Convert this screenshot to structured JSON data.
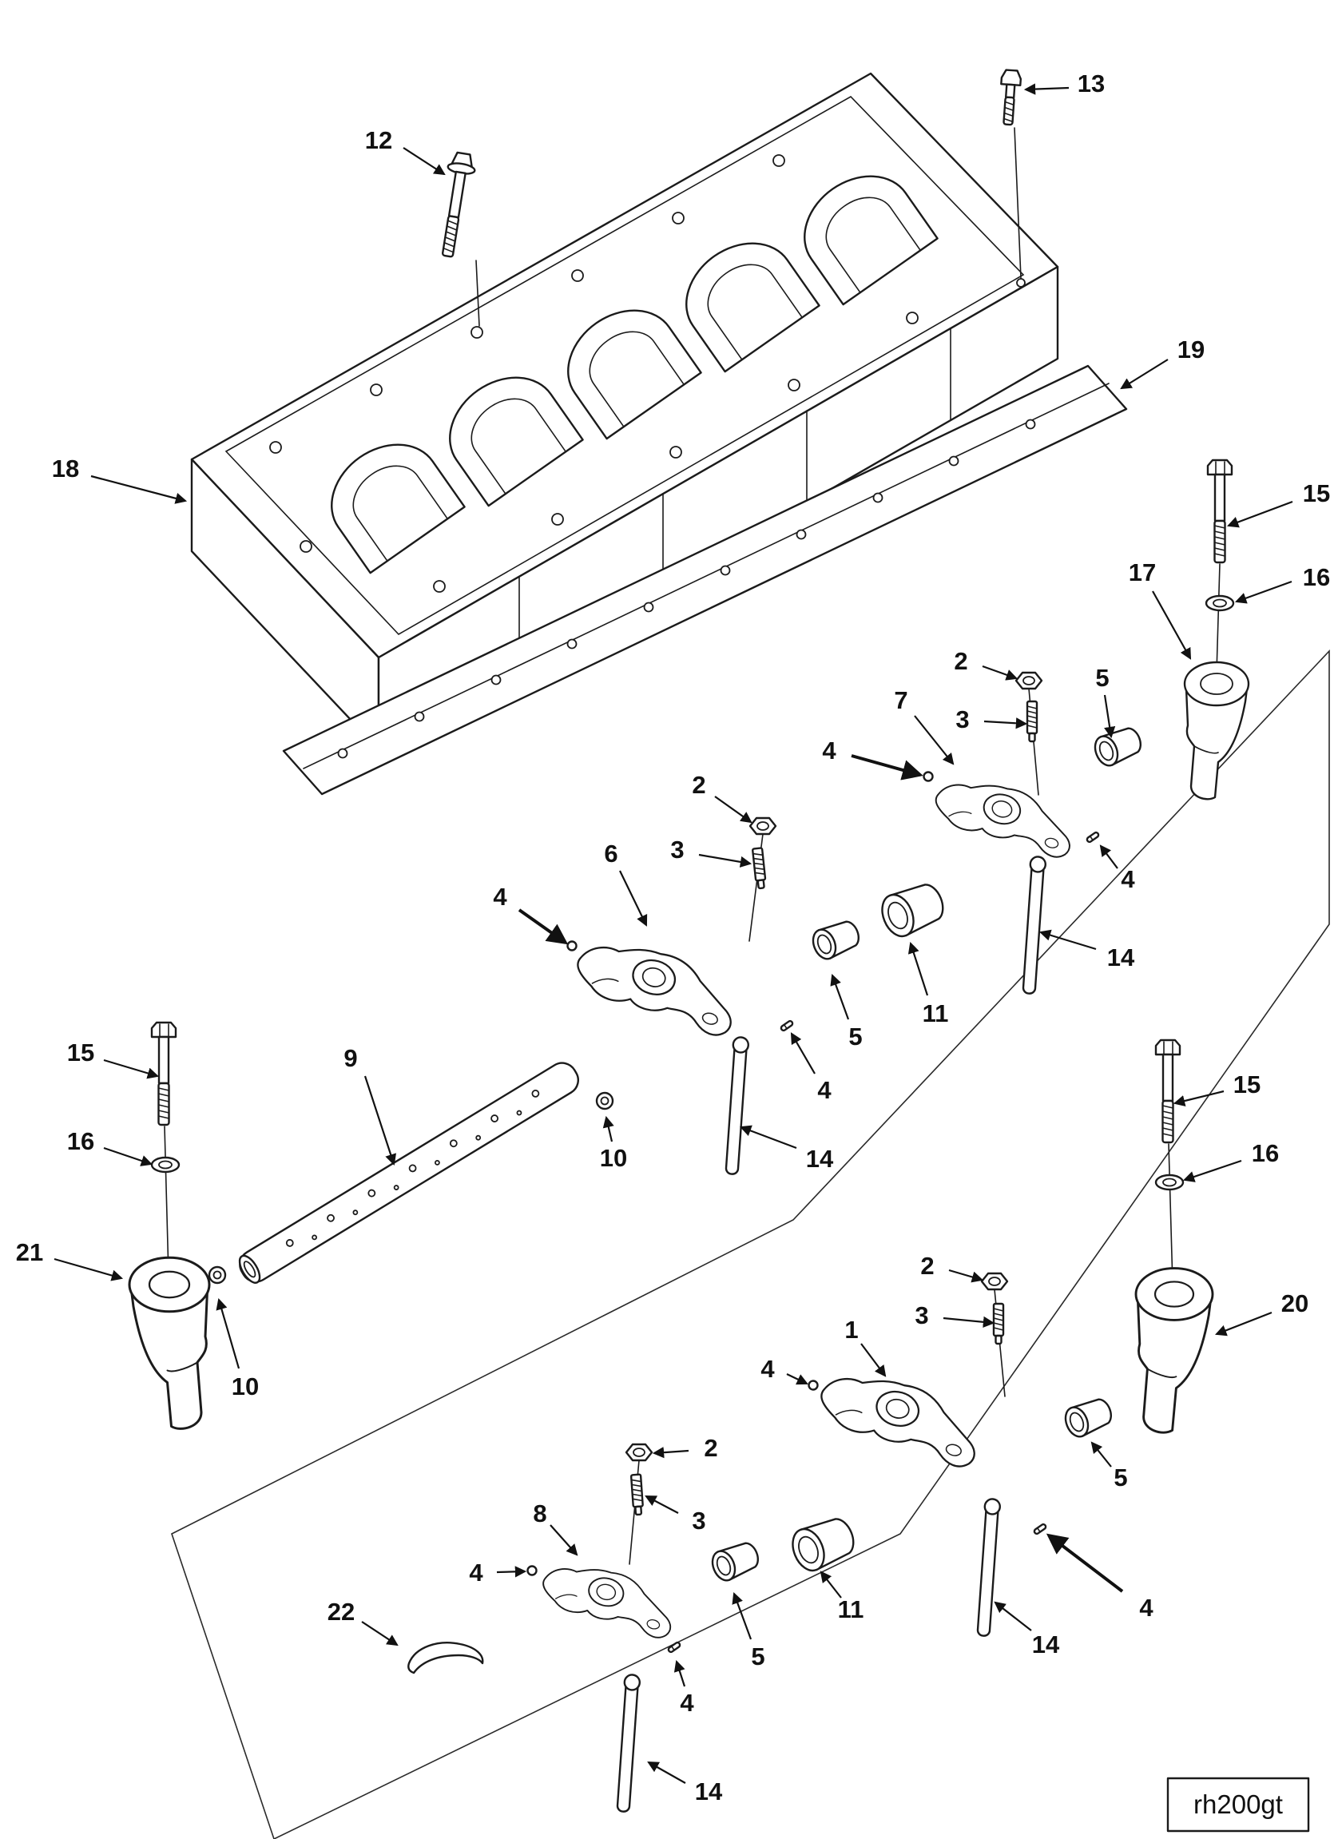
{
  "figure": {
    "code": "rh200gt"
  },
  "colors": {
    "ink": "#1b1b1b",
    "paper": "#ffffff"
  },
  "callouts": [
    {
      "label": "12"
    },
    {
      "label": "13"
    },
    {
      "label": "19"
    },
    {
      "label": "18"
    },
    {
      "label": "15"
    },
    {
      "label": "16"
    },
    {
      "label": "17"
    },
    {
      "label": "2"
    },
    {
      "label": "5"
    },
    {
      "label": "7"
    },
    {
      "label": "3"
    },
    {
      "label": "4"
    },
    {
      "label": "2"
    },
    {
      "label": "6"
    },
    {
      "label": "3"
    },
    {
      "label": "4"
    },
    {
      "label": "5"
    },
    {
      "label": "11"
    },
    {
      "label": "4"
    },
    {
      "label": "4"
    },
    {
      "label": "14"
    },
    {
      "label": "15"
    },
    {
      "label": "9"
    },
    {
      "label": "16"
    },
    {
      "label": "10"
    },
    {
      "label": "14"
    },
    {
      "label": "21"
    },
    {
      "label": "15"
    },
    {
      "label": "16"
    },
    {
      "label": "2"
    },
    {
      "label": "3"
    },
    {
      "label": "1"
    },
    {
      "label": "20"
    },
    {
      "label": "4"
    },
    {
      "label": "10"
    },
    {
      "label": "2"
    },
    {
      "label": "8"
    },
    {
      "label": "3"
    },
    {
      "label": "5"
    },
    {
      "label": "11"
    },
    {
      "label": "4"
    },
    {
      "label": "5"
    },
    {
      "label": "14"
    },
    {
      "label": "4"
    },
    {
      "label": "4"
    },
    {
      "label": "22"
    },
    {
      "label": "14"
    }
  ]
}
